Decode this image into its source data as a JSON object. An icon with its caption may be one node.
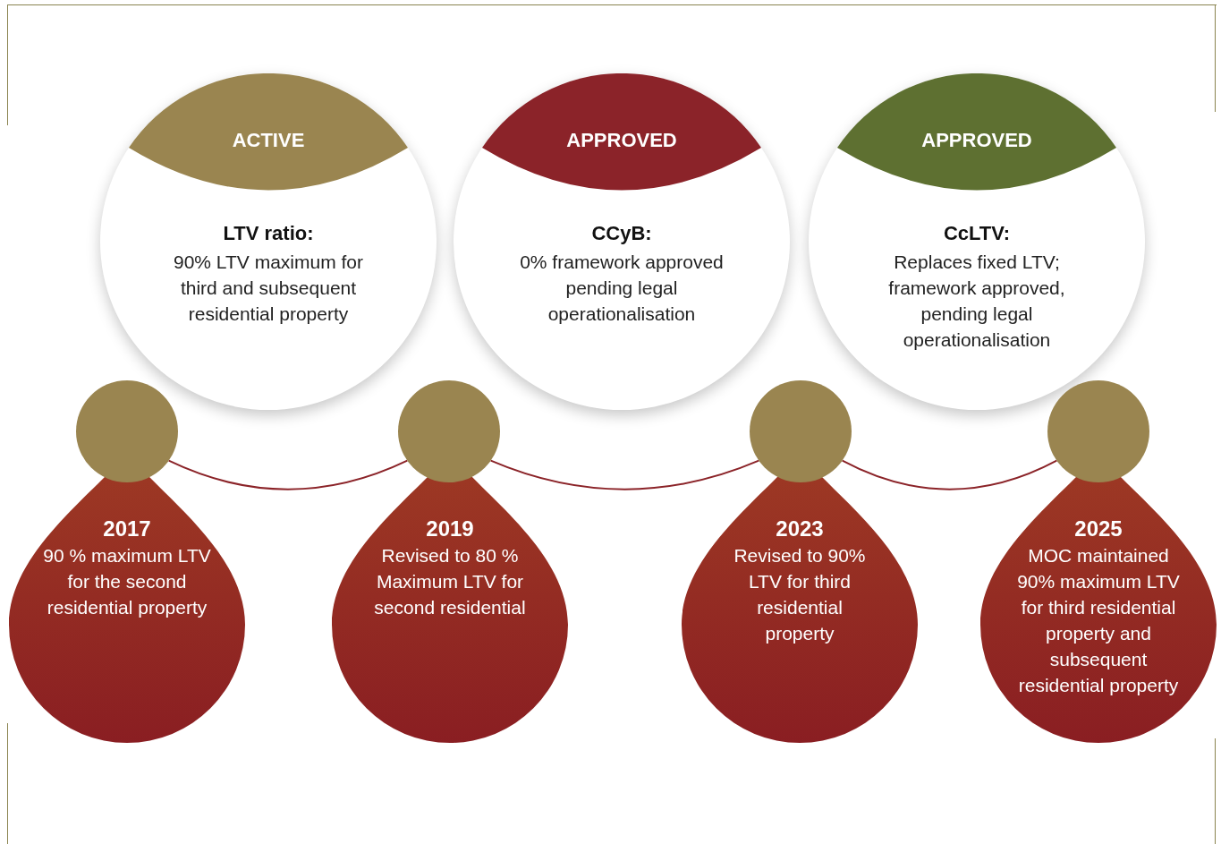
{
  "diagram": {
    "nodes": [
      {
        "text": [
          "ACTIVE",
          "LTV ratio:",
          "90% LTV maximum for third and subsequent residential property"
        ]
      },
      {
        "text": [
          "APPROVED",
          "CCyB:",
          "0% framework approved pending legal operationalisation"
        ]
      },
      {
        "text": [
          "APPROVED",
          "CcLTV:",
          "Replaces fixed LTV; framework approved, pending legal operationalisation"
        ]
      },
      {
        "text": [],
        "shape": "circle"
      },
      {
        "text": [],
        "shape": "circle"
      },
      {
        "text": [],
        "shape": "circle"
      },
      {
        "text": [],
        "shape": "circle"
      },
      {
        "text": [
          "2017",
          "90 % maximum LTV for the second residential property"
        ]
      },
      {
        "text": [
          "2019",
          "Revised to 80 % Maximum LTV for second residential"
        ]
      },
      {
        "text": [
          "2023",
          "Revised to 90% LTV for third residential property"
        ]
      },
      {
        "text": [
          "2025",
          "MOC maintained 90% maximum LTV for third residential property and subsequent residential property"
        ]
      }
    ],
    "edges": [
      {
        "from": 3,
        "to": 4,
        "arrow": "none"
      },
      {
        "from": 4,
        "to": 5,
        "arrow": "none"
      },
      {
        "from": 5,
        "to": 6,
        "arrow": "none"
      }
    ]
  }
}
